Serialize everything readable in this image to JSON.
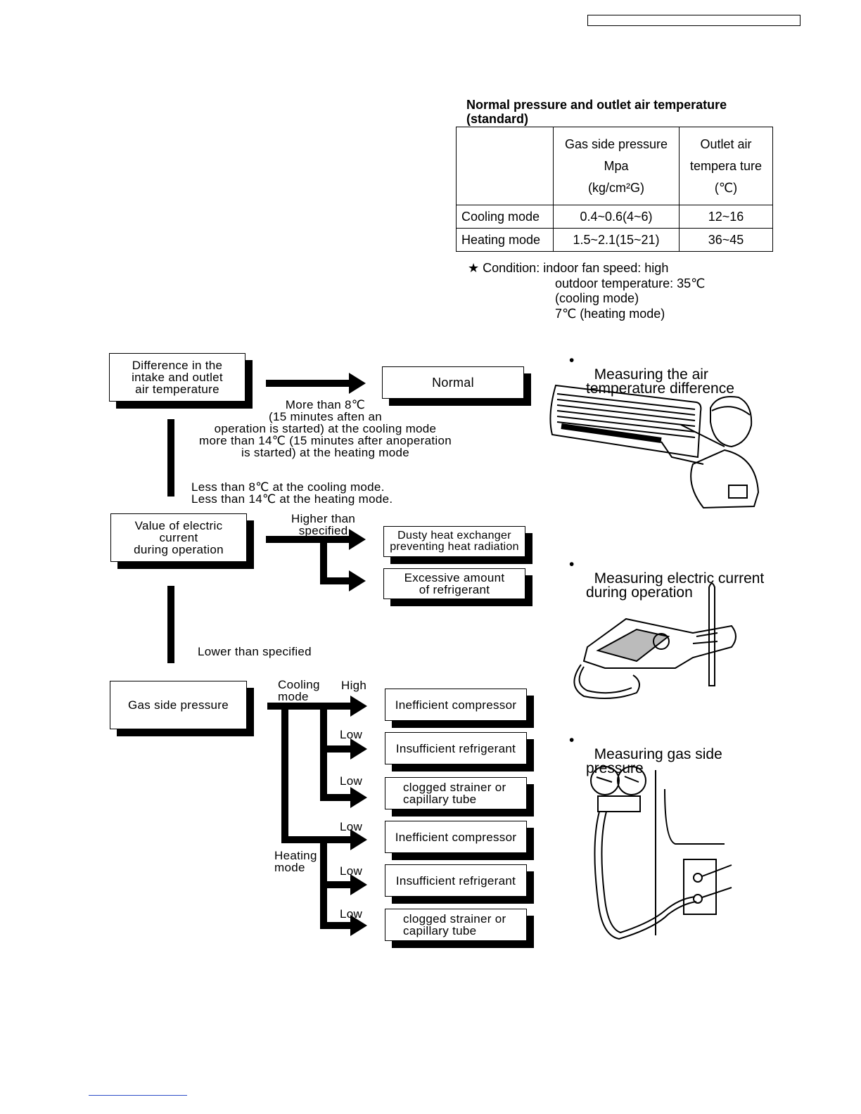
{
  "header": {
    "box_text": ""
  },
  "table": {
    "title": "Normal pressure and outlet air temperature\n(standard)",
    "col_headers": [
      "",
      "Gas side pressure\nMpa\n(kg/cm²G)",
      "Outlet air\ntempera ture\n(℃)"
    ],
    "rows": [
      {
        "mode": "Cooling mode",
        "pressure": "0.4~0.6(4~6)",
        "temp": "12~16"
      },
      {
        "mode": "Heating mode",
        "pressure": "1.5~2.1(15~21)",
        "temp": "36~45"
      }
    ]
  },
  "condition": {
    "line1": "★ Condition: indoor fan speed: high",
    "line2": "outdoor temperature: 35℃",
    "line3": "(cooling mode)",
    "line4": "7℃ (heating mode)"
  },
  "flow": {
    "box_diff": "Difference in the\nintake and outlet\nair temperature",
    "box_normal": "Normal",
    "normal_condition": "More than 8℃\n(15 minutes aften an\noperation is started) at the cooling mode\nmore than 14℃ (15 minutes after anoperation\nis started) at the heating mode",
    "less_condition": "Less than 8℃ at the cooling mode.\nLess than 14℃ at the heating mode.",
    "box_current": "Value of electric\ncurrent\nduring operation",
    "higher_than": "Higher than\nspecified",
    "box_dusty": "Dusty heat exchanger\npreventing heat radiation",
    "box_excess": "Excessive amount\nof refrigerant",
    "lower_than": "Lower than specified",
    "box_gas": "Gas side pressure",
    "cooling_mode": "Cooling\nmode",
    "heating_mode": "Heating\nmode",
    "high": "High",
    "low": "Low",
    "results": [
      "Inefficient compressor",
      "Insufficient refrigerant",
      "clogged strainer or\ncapillary tube",
      "Inefficient compressor",
      "Insufficient refrigerant",
      "clogged strainer or\ncapillary tube"
    ]
  },
  "illustrations": {
    "air_temp": "Measuring the air\ntemperature difference",
    "current": "Measuring electric current\nduring operation",
    "gas": "Measuring gas side\npressure"
  }
}
